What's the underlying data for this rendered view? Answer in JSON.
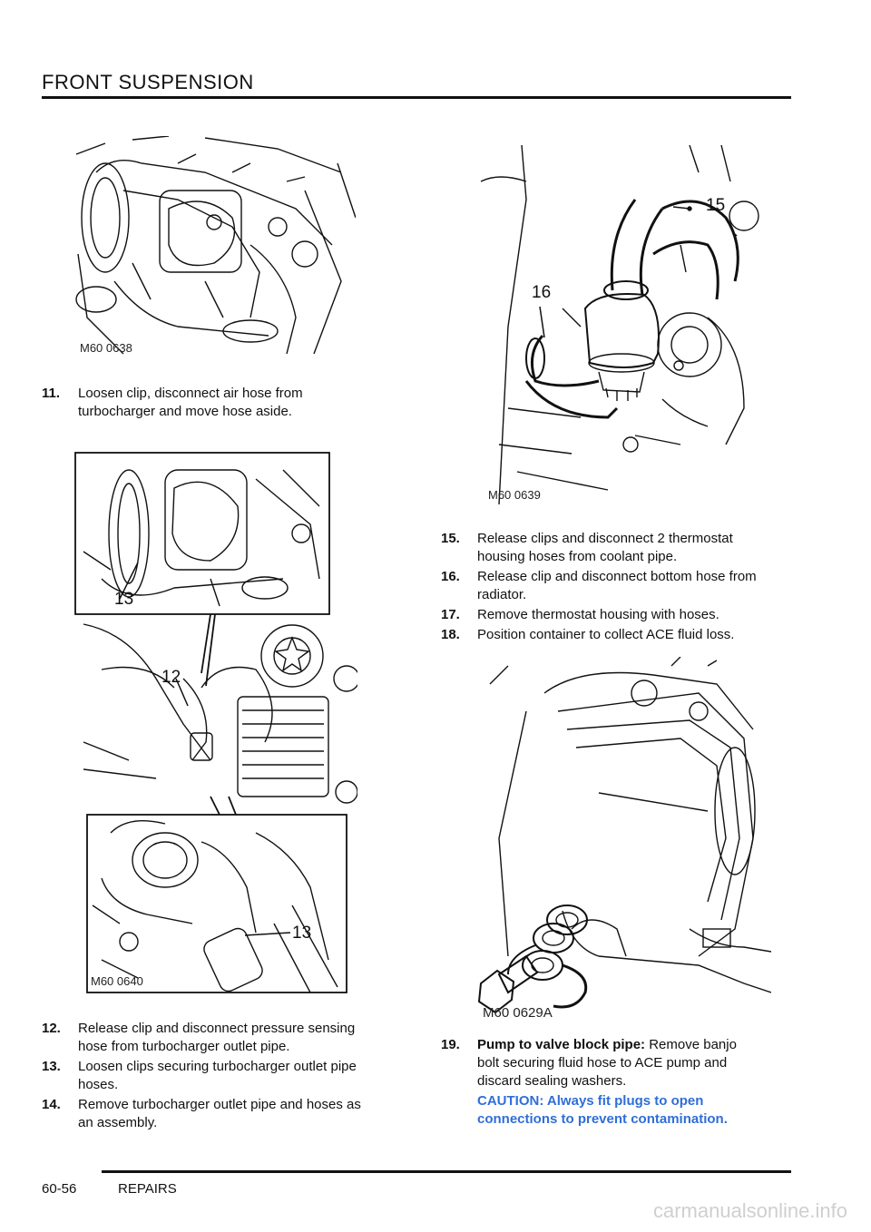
{
  "header": {
    "title": "FRONT SUSPENSION"
  },
  "footer": {
    "page": "60-56",
    "section": "REPAIRS"
  },
  "watermark": "carmanualsonline.info",
  "figures": {
    "fig1": {
      "label": "M60 0638"
    },
    "fig2": {
      "label": "M60 0640",
      "callouts": [
        "13",
        "12",
        "13"
      ]
    },
    "fig3": {
      "label": "M60 0639",
      "callouts": [
        "15",
        "16"
      ]
    },
    "fig4": {
      "label": "M60 0629A"
    }
  },
  "steps": {
    "s11": {
      "num": "11.",
      "line1": "Loosen clip, disconnect air hose from",
      "line2": "turbocharger and move hose aside."
    },
    "s12": {
      "num": "12.",
      "line1": "Release clip and disconnect pressure  sensing",
      "line2": "hose from turbocharger outlet pipe."
    },
    "s13": {
      "num": "13.",
      "line1": "Loosen clips securing turbocharger  outlet pipe",
      "line2": "hoses."
    },
    "s14": {
      "num": "14.",
      "line1": "Remove turbocharger outlet pipe and  hoses as",
      "line2": "an assembly."
    },
    "s15": {
      "num": "15.",
      "line1": "Release clips and disconnect 2  thermostat",
      "line2": "housing hoses from coolant pipe."
    },
    "s16": {
      "num": "16.",
      "line1": "Release clip and disconnect bottom hose  from",
      "line2": "radiator."
    },
    "s17": {
      "num": "17.",
      "line1": "Remove thermostat housing with hoses."
    },
    "s18": {
      "num": "18.",
      "line1": "Position container to collect ACE fluid loss."
    },
    "s19": {
      "num": "19.",
      "lead": "Pump to valve block pipe:",
      "line1": " Remove   banjo",
      "line2": "bolt securing fluid hose  to ACE pump and",
      "line3": "discard sealing washers."
    }
  },
  "caution": {
    "line1": "CAUTION: Always fit plugs to open",
    "line2": "connections to prevent contamination."
  }
}
